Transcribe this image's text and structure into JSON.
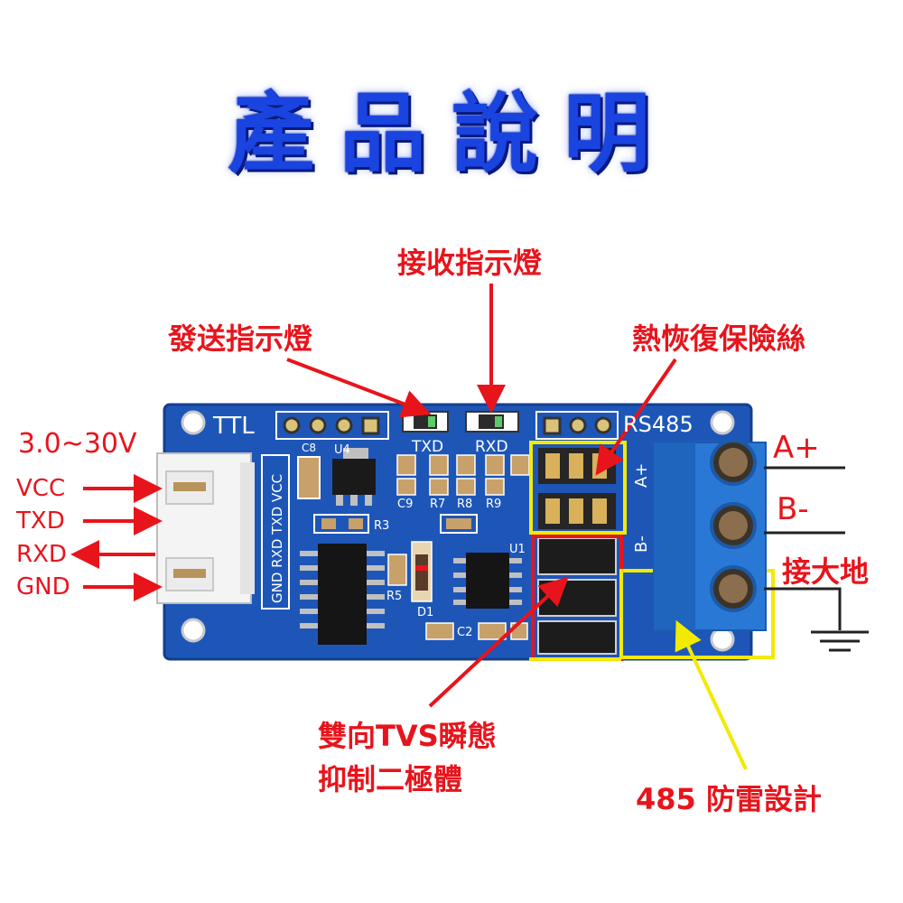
{
  "title": "產品說明",
  "callouts": {
    "tx_led": "發送指示燈",
    "rx_led": "接收指示燈",
    "fuse": "熱恢復保險絲",
    "tvs_line1": "雙向TVS瞬態",
    "tvs_line2": "抑制二極體",
    "lightning": "485 防雷設計",
    "ground": "接大地",
    "a_plus": "A+",
    "b_minus": "B-",
    "voltage": "3.0~30V"
  },
  "pins": [
    "VCC",
    "TXD",
    "RXD",
    "GND"
  ],
  "pcb": {
    "ttl": "TTL",
    "rs485": "RS485",
    "txd": "TXD",
    "rxd": "RXD",
    "side_pins": "GND RXD TXD VCC",
    "ref_c8": "C8",
    "ref_u4": "U4",
    "ref_u1": "U1",
    "ref_c9": "C9",
    "ref_r7": "R7",
    "ref_r8": "R8",
    "ref_r9": "R9",
    "ref_r5": "R5",
    "ref_d1": "D1",
    "ref_c2": "C2",
    "ref_r3": "R3",
    "term_a": "A+",
    "term_b": "B-"
  },
  "colors": {
    "title": "#1a44e0",
    "callout": "#e8141c",
    "pcb": "#1e56b8",
    "terminal": "#2a78d6",
    "highlight_yellow": "#f2ea00",
    "highlight_red": "#e8141c"
  }
}
